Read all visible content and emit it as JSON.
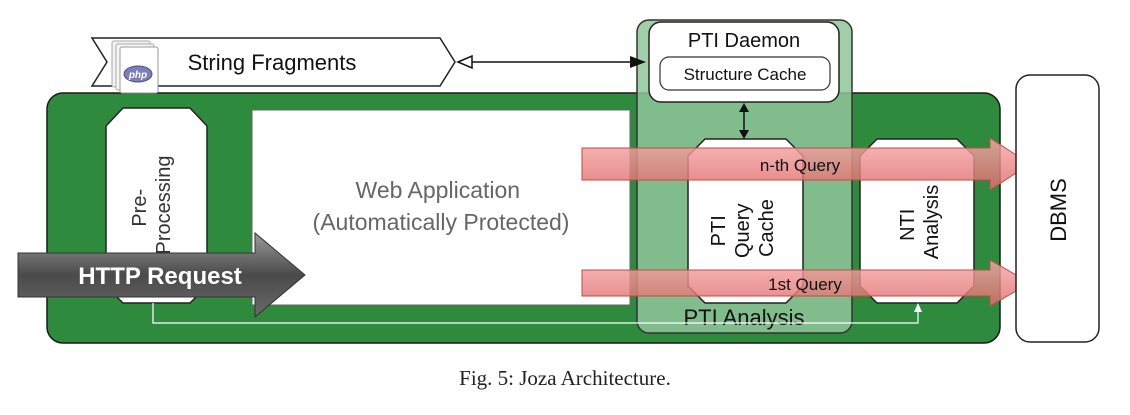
{
  "nodes": {
    "string_fragments": "String Fragments",
    "php_icon_text": "php",
    "pti_daemon": "PTI Daemon",
    "structure_cache": "Structure Cache",
    "pre_processing_line1": "Pre-",
    "pre_processing_line2": "Processing",
    "web_app_line1": "Web Application",
    "web_app_line2": "(Automatically Protected)",
    "pti_cache_line1": "PTI",
    "pti_cache_line2": "Query",
    "pti_cache_line3": "Cache",
    "nti_line1": "NTI",
    "nti_line2": "Analysis",
    "pti_analysis": "PTI Analysis",
    "dbms": "DBMS"
  },
  "arrows": {
    "http_request": "HTTP Request",
    "nth_query": "n-th Query",
    "first_query": "1st Query"
  },
  "colors": {
    "server_green": "#2e8b3e",
    "pti_overlay": "#8fc69a",
    "query_arrow": "#f08a8a",
    "http_arrow": "#6e6e6e"
  },
  "caption": "Fig. 5: Joza Architecture."
}
